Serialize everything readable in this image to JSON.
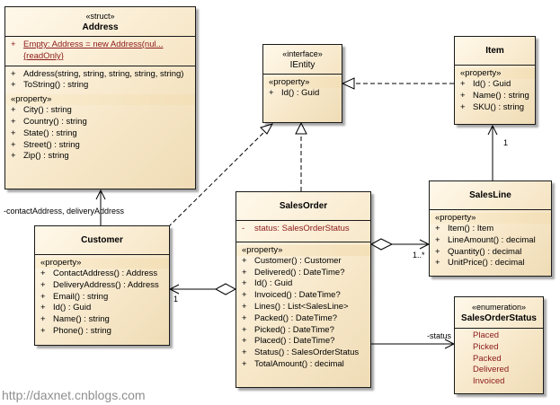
{
  "watermark": "http://daxnet.cnblogs.com",
  "classes": {
    "address": {
      "stereotype": "«struct»",
      "name": "Address",
      "private_fields": [
        {
          "vis": "+",
          "text": "Empty:  Address = new Address(nul..."
        },
        {
          "vis": "",
          "text": "{readOnly}"
        }
      ],
      "methods": [
        {
          "vis": "+",
          "text": "Address(string, string, string, string, string)"
        },
        {
          "vis": "+",
          "text": "ToString() : string"
        }
      ],
      "property_label": "«property»",
      "properties": [
        {
          "vis": "+",
          "text": "City() : string"
        },
        {
          "vis": "+",
          "text": "Country() : string"
        },
        {
          "vis": "+",
          "text": "State() : string"
        },
        {
          "vis": "+",
          "text": "Street() : string"
        },
        {
          "vis": "+",
          "text": "Zip() : string"
        }
      ]
    },
    "ientity": {
      "stereotype": "«interface»",
      "name": "IEntity",
      "property_label": "«property»",
      "properties": [
        {
          "vis": "+",
          "text": "Id() : Guid"
        }
      ]
    },
    "item": {
      "name": "Item",
      "property_label": "«property»",
      "properties": [
        {
          "vis": "+",
          "text": "Id() : Guid"
        },
        {
          "vis": "+",
          "text": "Name() : string"
        },
        {
          "vis": "+",
          "text": "SKU() : string"
        }
      ]
    },
    "salesline": {
      "name": "SalesLine",
      "property_label": "«property»",
      "properties": [
        {
          "vis": "+",
          "text": "Item() : Item"
        },
        {
          "vis": "+",
          "text": "LineAmount() : decimal"
        },
        {
          "vis": "+",
          "text": "Quantity() : decimal"
        },
        {
          "vis": "+",
          "text": "UnitPrice() : decimal"
        }
      ]
    },
    "customer": {
      "name": "Customer",
      "property_label": "«property»",
      "properties": [
        {
          "vis": "+",
          "text": "ContactAddress() : Address"
        },
        {
          "vis": "+",
          "text": "DeliveryAddress() : Address"
        },
        {
          "vis": "+",
          "text": "Email() : string"
        },
        {
          "vis": "+",
          "text": "Id() : Guid"
        },
        {
          "vis": "+",
          "text": "Name() : string"
        },
        {
          "vis": "+",
          "text": "Phone() : string"
        }
      ]
    },
    "salesorder": {
      "name": "SalesOrder",
      "private_fields": [
        {
          "vis": "-",
          "text": "status:  SalesOrderStatus"
        }
      ],
      "property_label": "«property»",
      "properties": [
        {
          "vis": "+",
          "text": "Customer() : Customer"
        },
        {
          "vis": "+",
          "text": "Delivered() : DateTime?"
        },
        {
          "vis": "+",
          "text": "Id() : Guid"
        },
        {
          "vis": "+",
          "text": "Invoiced() : DateTime?"
        },
        {
          "vis": "+",
          "text": "Lines() : List<SalesLine>"
        },
        {
          "vis": "+",
          "text": "Packed() : DateTime?"
        },
        {
          "vis": "+",
          "text": "Picked() : DateTime?"
        },
        {
          "vis": "+",
          "text": "Placed() : DateTime?"
        },
        {
          "vis": "+",
          "text": "Status() : SalesOrderStatus"
        },
        {
          "vis": "+",
          "text": "TotalAmount() : decimal"
        }
      ]
    },
    "status": {
      "stereotype": "«enumeration»",
      "name": "SalesOrderStatus",
      "literals": [
        "Placed",
        "Picked",
        "Packed",
        "Delivered",
        "Invoiced"
      ]
    }
  },
  "labels": {
    "customer_address_role": "-contactAddress, deliveryAddress",
    "customer_mult": "1",
    "salesline_item_mult": "1",
    "salesorder_lines_mult": "1..*",
    "status_role": "-status"
  },
  "colors": {
    "class_fill": "#f7e7c8",
    "private_text": "#8b1a1a"
  }
}
